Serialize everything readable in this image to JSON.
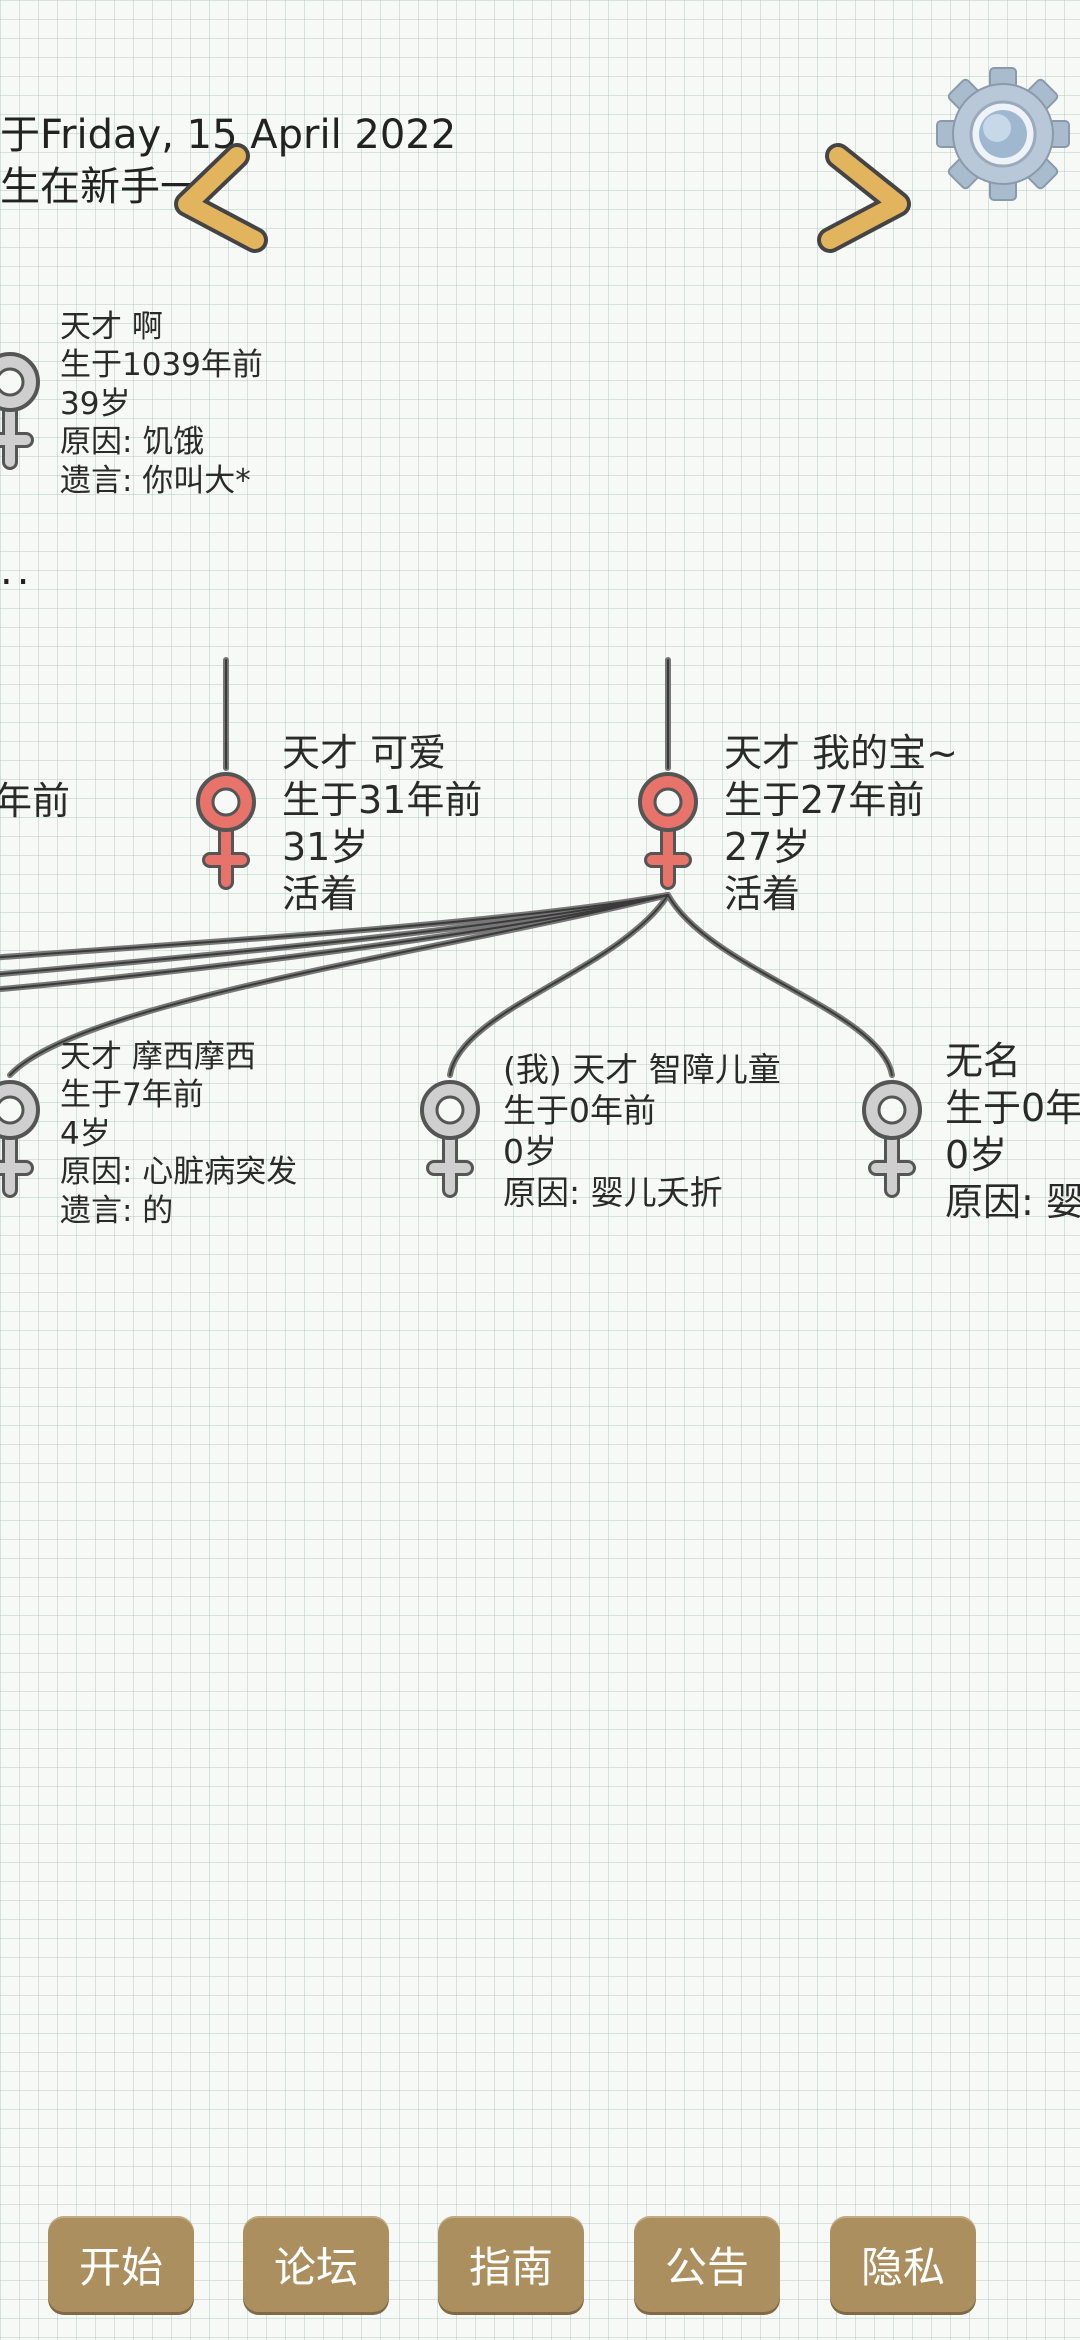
{
  "header": {
    "line1": "于Friday, 15 April 2022",
    "line2": "生在新手一"
  },
  "ellipsis": "..",
  "people": {
    "tc_a": [
      "天才 啊",
      "生于1039年前",
      "39岁",
      "原因: 饥饿",
      "遗言: 你叫大*"
    ],
    "left_partial": [
      "年前"
    ],
    "tc_keai": [
      "天才 可爱",
      "生于31年前",
      "31岁",
      "活着"
    ],
    "tc_wodebao": [
      "天才 我的宝~",
      "生于27年前",
      "27岁",
      "活着"
    ],
    "tc_moxi": [
      "天才 摩西摩西",
      "生于7年前",
      "4岁",
      "原因: 心脏病突发",
      "遗言: 的"
    ],
    "tc_zhizhang": [
      "(我) 天才 智障儿童",
      "生于0年前",
      "0岁",
      "原因: 婴儿夭折"
    ],
    "wuming": [
      "无名",
      "生于0年",
      "0岁",
      "原因: 婴"
    ]
  },
  "nav": {
    "buttons": [
      "开始",
      "论坛",
      "指南",
      "公告",
      "隐私"
    ]
  },
  "icons": {
    "prev": "chevron-left-icon",
    "next": "chevron-right-icon",
    "settings": "gear-icon",
    "female": "female-symbol-icon"
  },
  "colors": {
    "alive": "#e8736a",
    "dead": "#cfcfcf",
    "button": "#ac8f5f",
    "arrow": "#e3b45e"
  }
}
